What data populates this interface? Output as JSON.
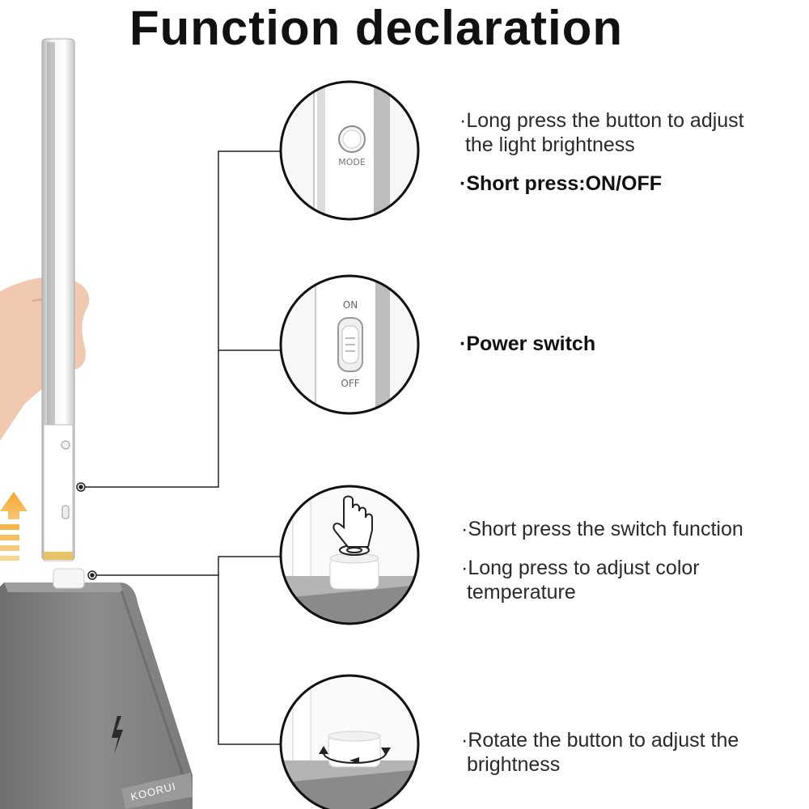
{
  "title": "Function declaration",
  "lamp_labels": {
    "mode": "MODE",
    "on": "ON",
    "off": "OFF",
    "brand": "KOORUI"
  },
  "features": [
    {
      "lines": [
        "·Long press the button to adjust",
        " the light brightness"
      ],
      "extra": "·Short press:ON/OFF"
    },
    {
      "lines": [],
      "extra": "·Power switch"
    },
    {
      "lines": [
        "·Short press the switch function"
      ],
      "extra2": [
        "·Long press to adjust color",
        " temperature"
      ]
    },
    {
      "lines": [
        "·Rotate the button to adjust the",
        " brightness"
      ]
    }
  ],
  "colors": {
    "base_gray": "#8a8a8a",
    "arrow_orange": "#f0a030",
    "text": "#2a2a2a"
  }
}
